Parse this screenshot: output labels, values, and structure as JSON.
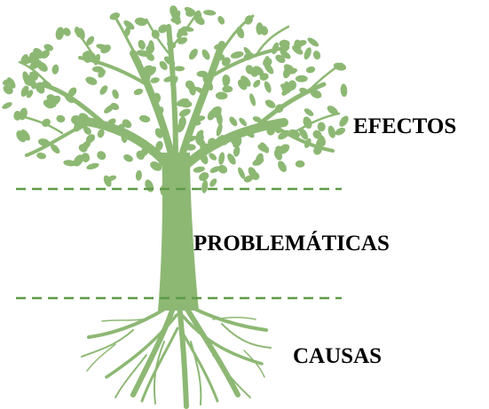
{
  "labels": {
    "effects": "EFECTOS",
    "problems": "PROBLEMÁTICAS",
    "causes": "CAUSAS"
  },
  "colors": {
    "tree": "#8db874",
    "tree_dark": "#7fae66",
    "divider": "#5f9a48"
  },
  "icons": {
    "tree": "tree-illustration"
  }
}
